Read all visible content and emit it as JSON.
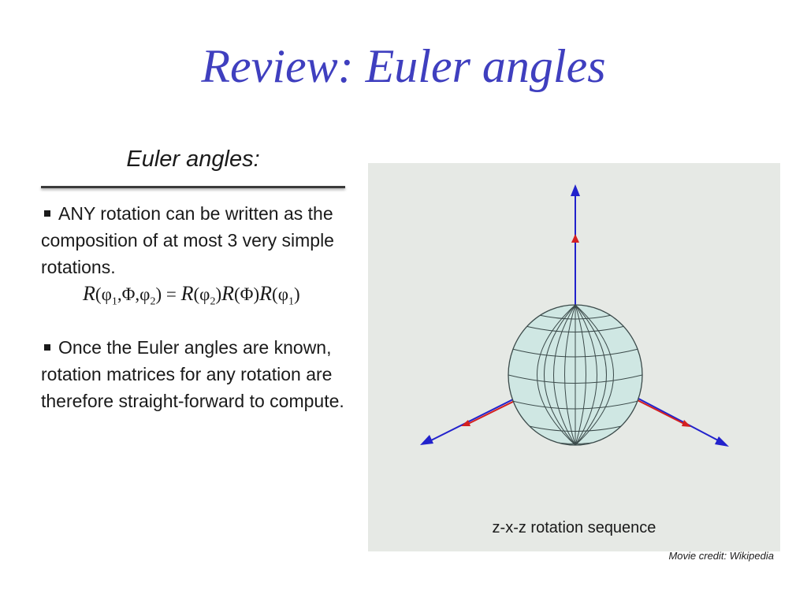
{
  "title": "Review: Euler angles",
  "subheading": "Euler angles:",
  "bullets": [
    "ANY rotation can be written as the composition of at most 3 very simple rotations.",
    "Once the Euler angles are known, rotation matrices for any rotation are therefore straight-forward to compute."
  ],
  "formula": {
    "R": "R",
    "open": "(",
    "close": ")",
    "phi": "φ",
    "Phi": "Φ",
    "sub1": "1",
    "sub2": "2",
    "comma": ",",
    "equals": " = "
  },
  "figure": {
    "caption": "z-x-z rotation sequence",
    "axis_color": "#2222cc",
    "rotated_axis_color": "#d42020",
    "sphere_fill": "#cfe7e3",
    "sphere_stroke": "#3b4a4a"
  },
  "credit": "Movie credit: Wikipedia"
}
